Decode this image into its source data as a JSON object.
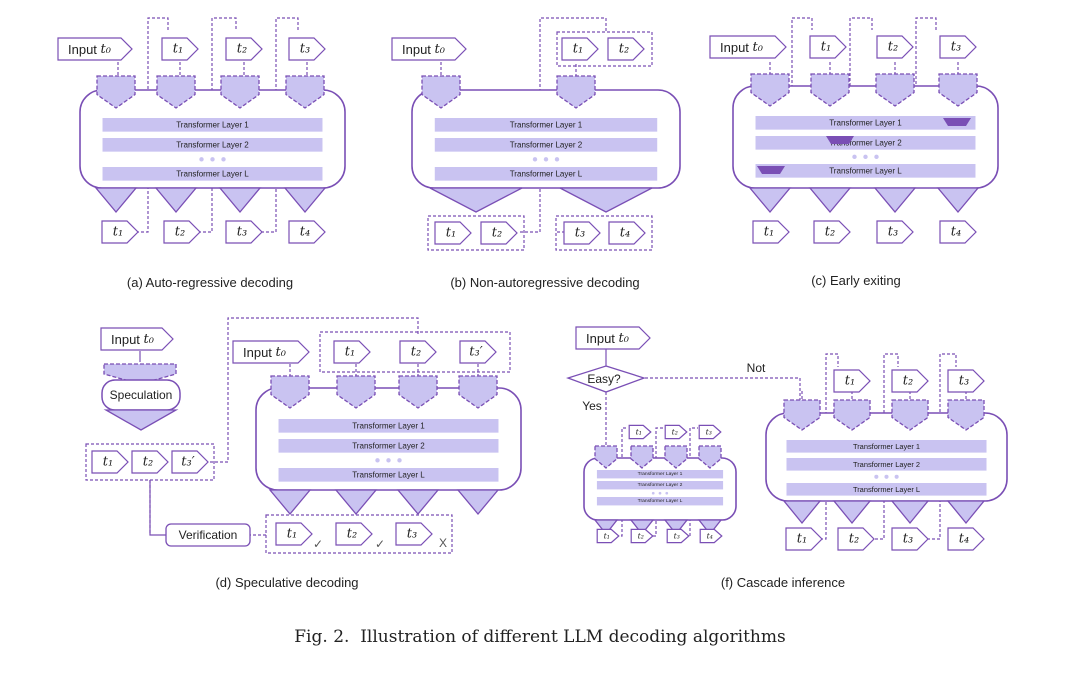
{
  "colors": {
    "stroke": "#7a4fb5",
    "fill": "#c9c3f1",
    "box_fill": "#ffffff",
    "dots": "#c9c3f1"
  },
  "labels": {
    "input_prefix": "Input",
    "t0": "t₀",
    "t1": "t₁",
    "t2": "t₂",
    "t3": "t₃",
    "t4": "t₄",
    "t3p": "t₃′",
    "layer1": "Transformer Layer 1",
    "layer2": "Transformer Layer 2",
    "layerL": "Transformer Layer L",
    "speculation": "Speculation",
    "verification": "Verification",
    "easy": "Easy?",
    "yes": "Yes",
    "not": "Not",
    "check": "✓",
    "cross": "X"
  },
  "panels": {
    "a": {
      "caption": "(a) Auto-regressive decoding"
    },
    "b": {
      "caption": "(b) Non-autoregressive decoding"
    },
    "c": {
      "caption": "(c) Early exiting"
    },
    "d": {
      "caption": "(d) Speculative decoding"
    },
    "f": {
      "caption": "(f) Cascade inference"
    }
  },
  "figure_caption": "Fig. 2.  Illustration of different LLM decoding algorithms"
}
